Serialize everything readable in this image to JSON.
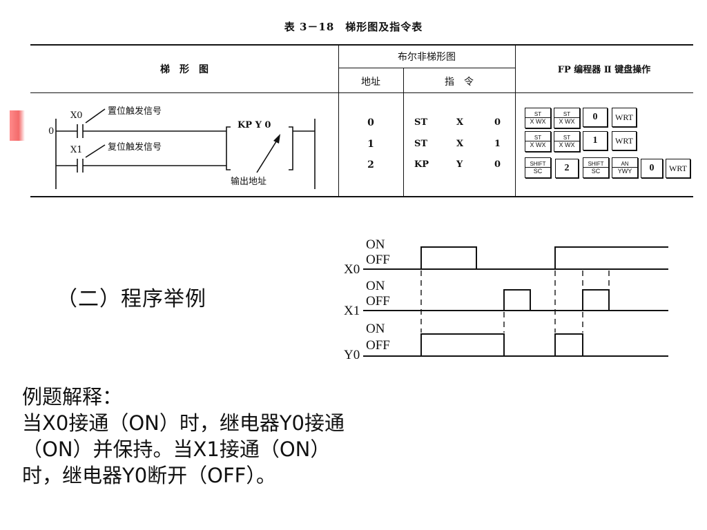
{
  "table": {
    "title": "表 3－18　梯形图及指令表",
    "col_ladder": "梯　形　图",
    "col_boolean": "布尔非梯形图",
    "col_address": "地址",
    "col_instruction": "指　令",
    "col_keyboard": "FP 编程器 Ⅱ 键盘操作",
    "rows": [
      {
        "address": "0",
        "op": "ST",
        "reg": "X",
        "num": "0"
      },
      {
        "address": "1",
        "op": "ST",
        "reg": "X",
        "num": "1"
      },
      {
        "address": "2",
        "op": "KP",
        "reg": "Y",
        "num": "0"
      }
    ],
    "keys": {
      "row0": [
        {
          "top": "ST",
          "bot": "X WX"
        },
        {
          "top": "ST",
          "bot": "X WX"
        },
        {
          "big": "0"
        },
        {
          "wrt": "WRT"
        }
      ],
      "row1": [
        {
          "top": "ST",
          "bot": "X WX"
        },
        {
          "top": "ST",
          "bot": "X WX"
        },
        {
          "big": "1"
        },
        {
          "wrt": "WRT"
        }
      ],
      "row2": [
        {
          "top": "SHIFT",
          "bot": "SC"
        },
        {
          "big": "2"
        },
        {
          "top": "SHIFT",
          "bot": "SC"
        },
        {
          "top": "AN",
          "bot": "YWY"
        },
        {
          "big": "0"
        },
        {
          "wrt": "WRT"
        }
      ]
    }
  },
  "ladder": {
    "rung_number": "0",
    "contact_x0": "X0",
    "contact_x1": "X1",
    "set_label": "置位触发信号",
    "reset_label": "复位触发信号",
    "coil_label": "KP Y 0",
    "output_label": "输出地址"
  },
  "timing": {
    "on": "ON",
    "off": "OFF",
    "signals": [
      "X0",
      "X1",
      "Y0"
    ]
  },
  "section_title": "（二）程序举例",
  "explanation": {
    "heading": "例题解释：",
    "lines": [
      "当X0接通（ON）时，继电器Y0接通",
      "（ON）并保持。当X1接通（ON）",
      "时，继电器Y0断开（OFF）。"
    ]
  },
  "colors": {
    "accent": "#f36b6b",
    "ink": "#111111"
  }
}
